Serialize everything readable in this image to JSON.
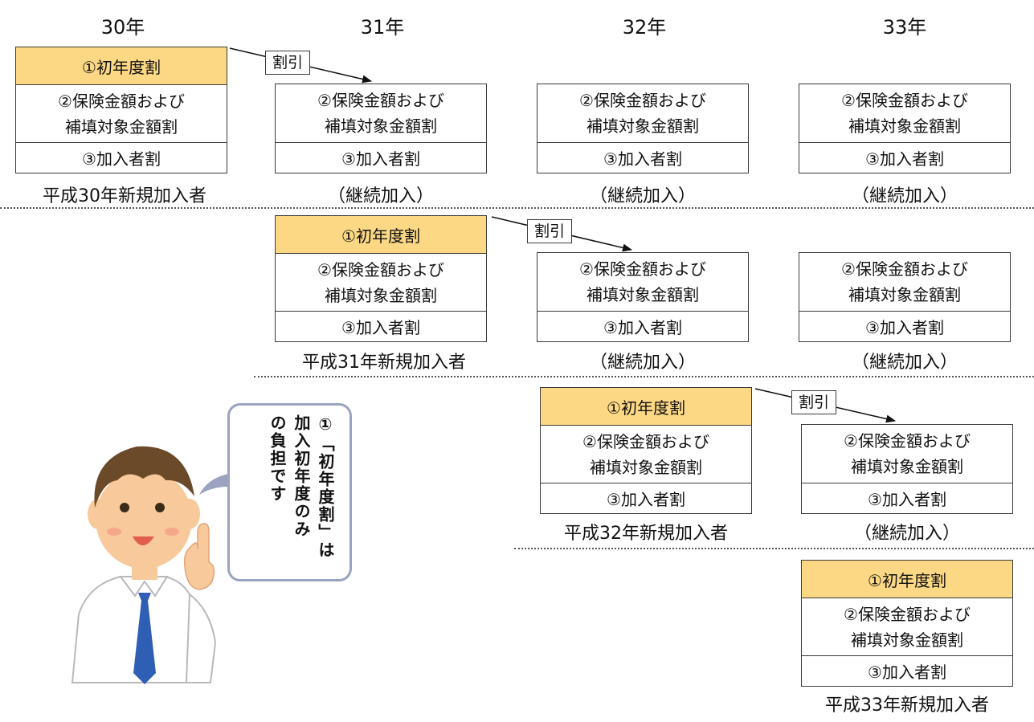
{
  "years": [
    "30年",
    "31年",
    "32年",
    "33年"
  ],
  "box_labels": {
    "first_year": "①初年度割",
    "insurance_line1": "②保険金額および",
    "insurance_line2": "補填対象金額割",
    "member": "③加入者割"
  },
  "discount_label": "割引",
  "continuing_label": "（継続加入）",
  "new_members": [
    "平成30年新規加入者",
    "平成31年新規加入者",
    "平成32年新規加入者",
    "平成33年新規加入者"
  ],
  "speech_bubble": {
    "line1": "①「初年度割」は",
    "line2": "加入初年度のみ",
    "line3": "の負担です"
  },
  "colors": {
    "first_year_fill": "#fcd885",
    "bubble_border": "#9aa3bf",
    "tie": "#2f5fb5",
    "hair": "#6b4a2a",
    "skin": "#f7c99b"
  }
}
